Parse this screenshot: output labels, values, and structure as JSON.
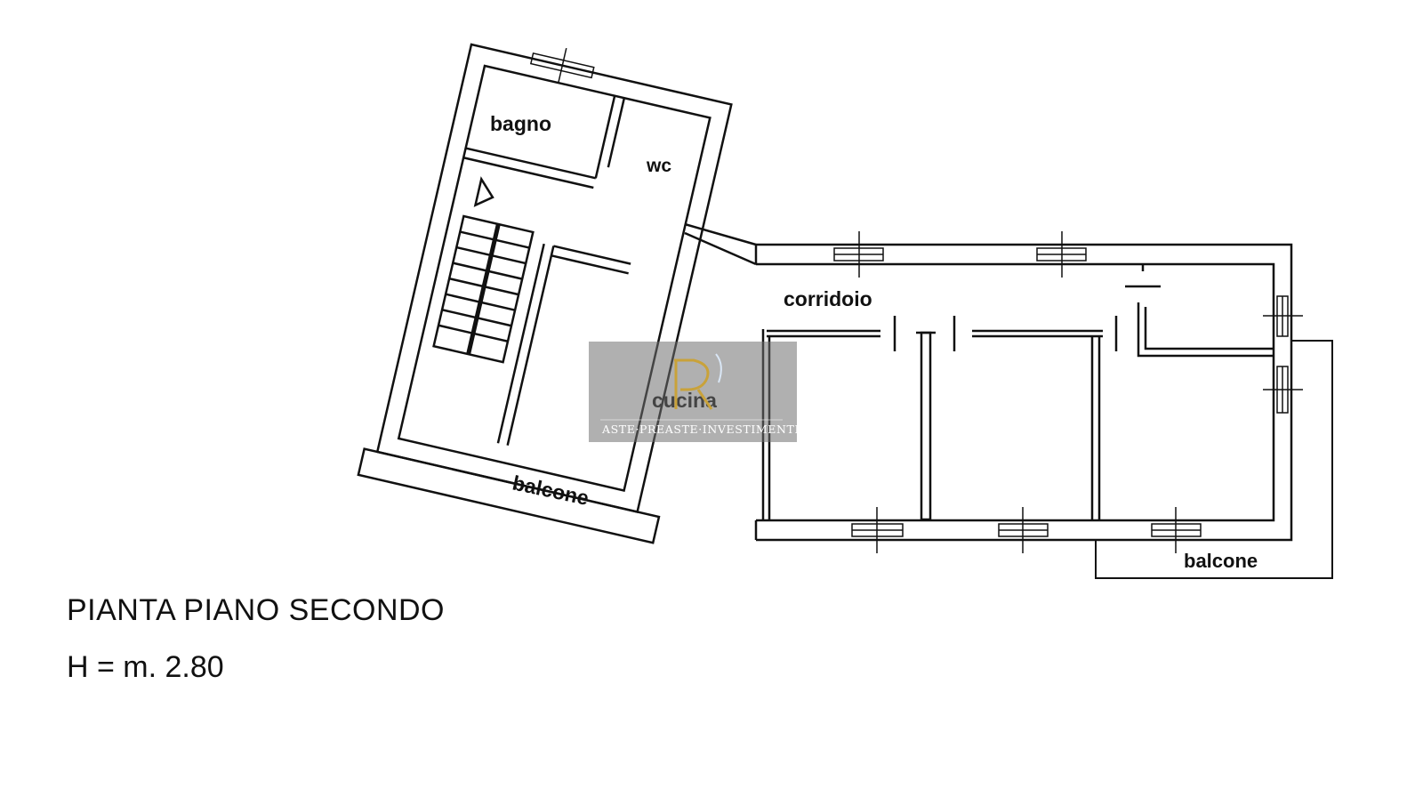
{
  "drawing": {
    "title": "PIANTA PIANO SECONDO",
    "height_note": "H = m. 2.80"
  },
  "rooms": {
    "bagno": "bagno",
    "wc": "wc",
    "corridoio": "corridoio",
    "cucina": "cucina",
    "balcone_left": "balcone",
    "balcone_right": "balcone"
  },
  "watermark": {
    "tagline": "ASTE·PREASTE·INVESTIMENTI",
    "overlay_color": "#6f6f6f",
    "accent_color": "#c9a23a"
  },
  "colors": {
    "ink": "#111111",
    "paper": "#ffffff"
  }
}
